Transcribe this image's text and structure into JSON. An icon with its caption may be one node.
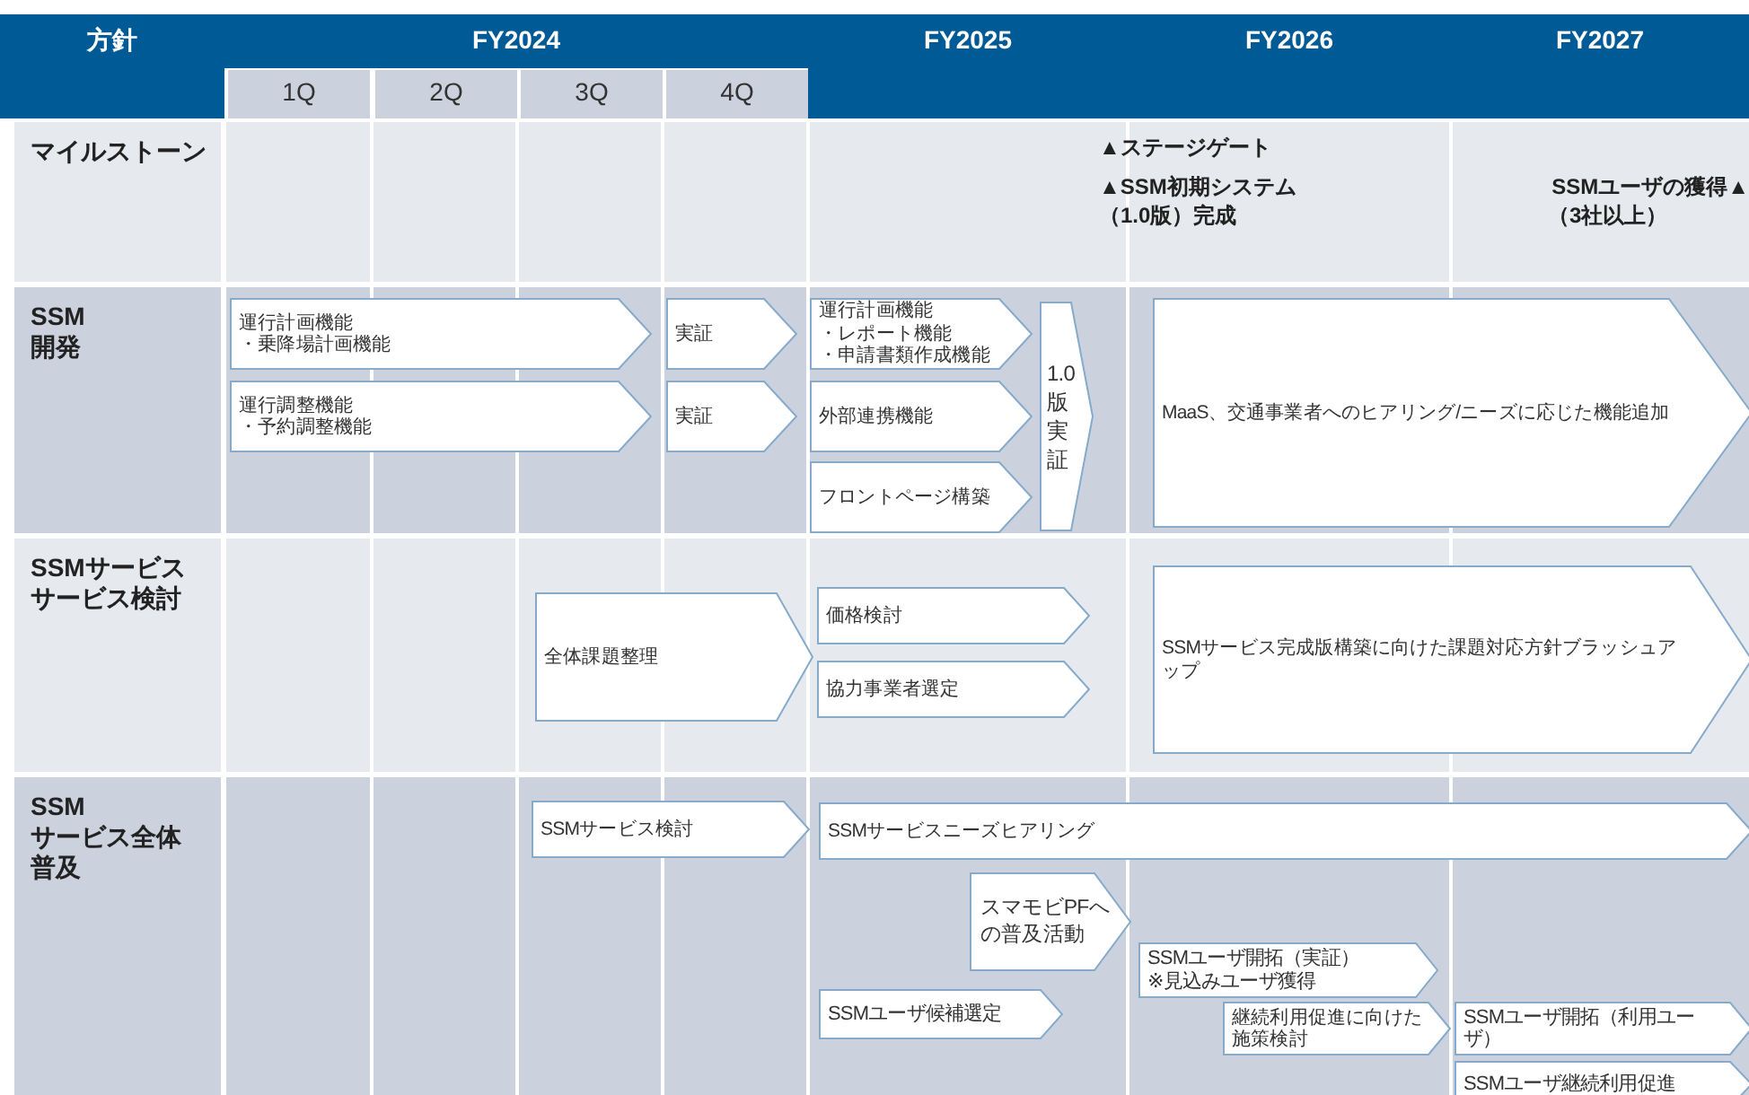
{
  "diagram": {
    "nodes": [
      {
        "text": [
          "運行計画機能",
          "・乗降場計画機能"
        ]
      },
      {
        "text": [
          "実証"
        ]
      },
      {
        "text": [
          "運行調整機能",
          "・予約調整機能"
        ]
      },
      {
        "text": [
          "実証"
        ]
      },
      {
        "text": [
          "運行計画機能",
          "・レポート機能",
          "・申請書類作成機能"
        ]
      },
      {
        "text": [
          "外部連携機能"
        ]
      },
      {
        "text": [
          "フロントページ構築"
        ]
      },
      {
        "text": [
          "1.0版実証"
        ]
      },
      {
        "text": [
          "MaaS、交通事業者へのヒアリング/ニーズに応じた機能追加"
        ]
      },
      {
        "text": [
          "全体課題整理"
        ]
      },
      {
        "text": [
          "価格検討"
        ]
      },
      {
        "text": [
          "協力事業者選定"
        ]
      },
      {
        "text": [
          "SSMサービス完成版構築に向けた課題対応方針ブラッシュアップ"
        ]
      },
      {
        "text": [
          "SSMサービス検討"
        ]
      },
      {
        "text": [
          "SSMサービスニーズヒアリング"
        ]
      },
      {
        "text": [
          "スマモビPFへの普及活動"
        ]
      },
      {
        "text": [
          "SSMユーザ候補選定"
        ]
      },
      {
        "text": [
          "SSMユーザ開拓（実証）",
          "※見込みユーザ獲得"
        ]
      },
      {
        "text": [
          "継続利用促進に向けた施策検討"
        ]
      },
      {
        "text": [
          "SSMユーザ開拓（利用ユーザ）"
        ]
      },
      {
        "text": [
          "SSMユーザ継続利用促進"
        ]
      }
    ],
    "labels": [
      "方針",
      "FY2024",
      "FY2025",
      "FY2026",
      "FY2027",
      "1Q",
      "2Q",
      "3Q",
      "4Q",
      "マイルストーン",
      "▲ステージゲート",
      "▲SSM初期システム",
      "（1.0版）完成",
      "SSMユーザの獲得▲",
      "（3社以上）",
      "SSM",
      "開発",
      "SSMサービス",
      "サービス検討",
      "SSM",
      "サービス全体",
      "普及"
    ]
  }
}
